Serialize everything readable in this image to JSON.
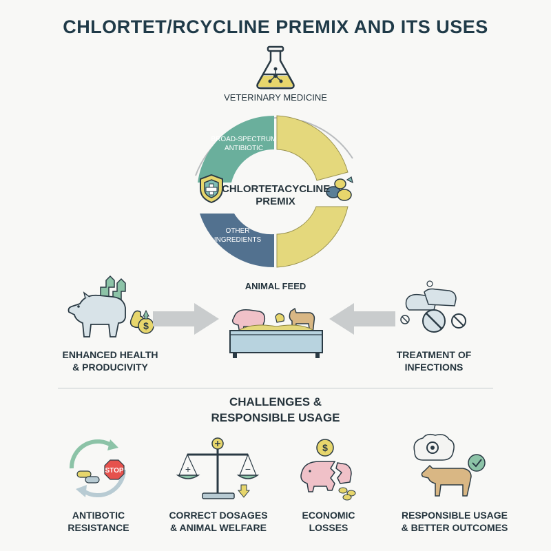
{
  "title": "CHLORTET/RCYCLINE PREMIX AND ITS USES",
  "top_label": "VETERINARY MEDICINE",
  "donut": {
    "center_label": "CHLORTETACYCLINE\nPREMIX",
    "segment_antibiotic": "BROAD-SPECTRUM\nANTIBIOTIC",
    "segment_other": "OTHER\nINGREDIENTS"
  },
  "middle": {
    "feed_label": "ANIMAL FEED",
    "left_label": "ENHANCED HEALTH\n& PRODUCIVITY",
    "right_label": "TREATMENT OF\nINFECTIONS"
  },
  "challenges": {
    "heading": "CHALLENGES &\nRESPONSIBLE USAGE",
    "items": [
      {
        "label": "ANTIBOTIC\nRESISTANCE",
        "icon": "resistance-cycle-icon",
        "badge": "STOP"
      },
      {
        "label": "CORRECT DOSAGES\n& ANIMAL WELFARE",
        "icon": "balance-scale-icon"
      },
      {
        "label": "ECONOMIC\nLOSSES",
        "icon": "broken-piggy-bank-icon"
      },
      {
        "label": "RESPONSIBLE USAGE\n& BETTER OUTCOMES",
        "icon": "checked-cow-icon"
      }
    ]
  },
  "colors": {
    "teal": "#6aaf9c",
    "yellow": "#e4d87c",
    "blue": "#52718f",
    "navy": "#1f3a48",
    "arrow": "#c9cccd"
  }
}
